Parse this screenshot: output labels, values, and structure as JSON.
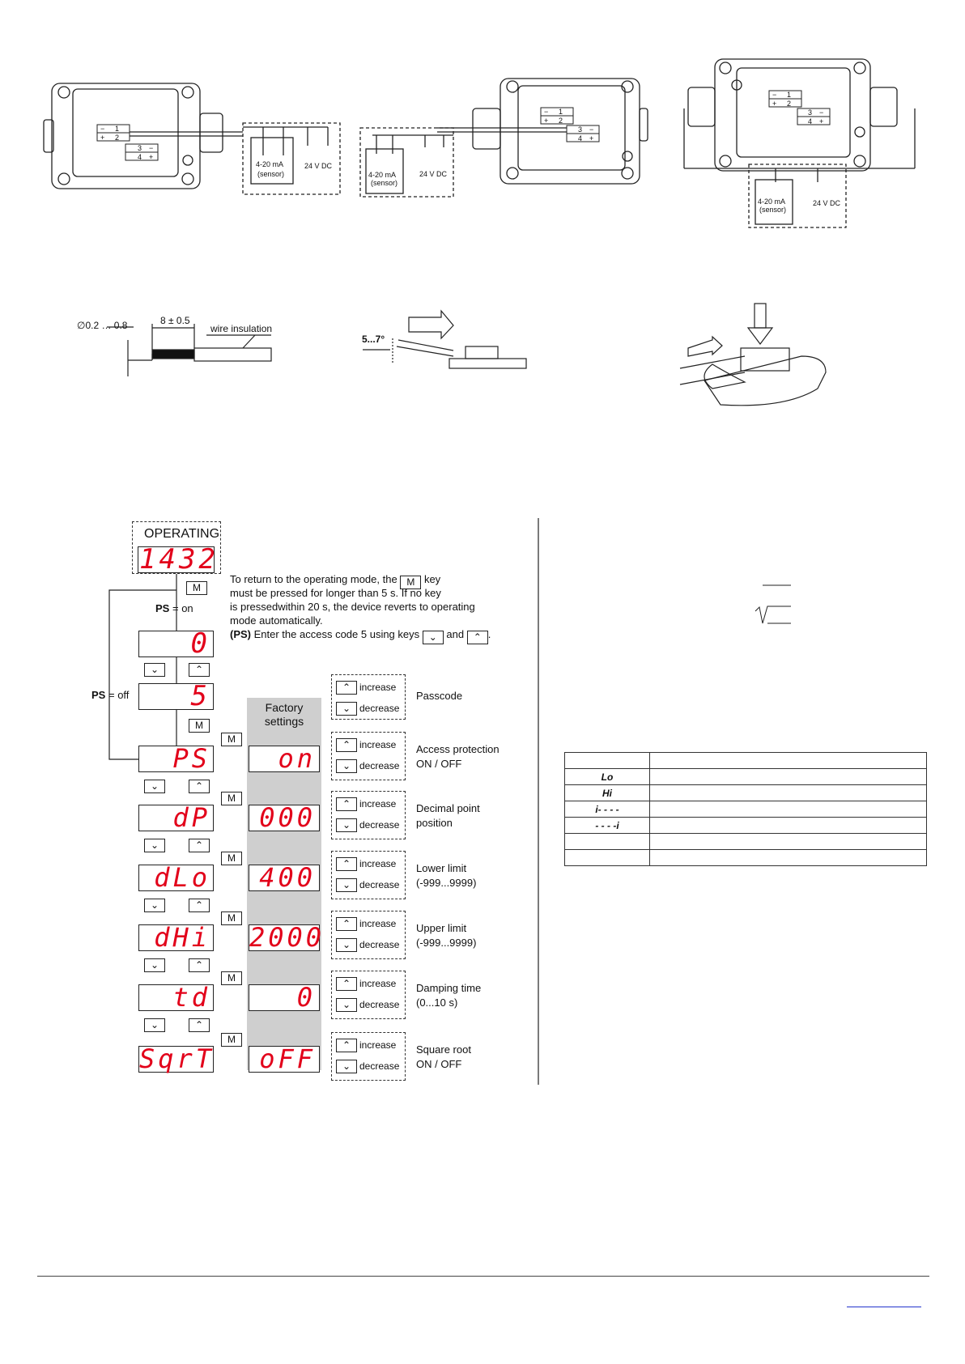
{
  "wiring": {
    "diagram1": {
      "terminals": [
        "1",
        "2",
        "3",
        "4"
      ],
      "signs": [
        "−",
        "+",
        "−",
        "+"
      ],
      "sensor_label": "4-20 mA",
      "sensor_sub": "(sensor)",
      "supply": "24 V DC"
    },
    "diagram2": {
      "terminals": [
        "1",
        "2",
        "3",
        "4"
      ],
      "signs": [
        "−",
        "+",
        "−",
        "+"
      ],
      "sensor_label": "4-20 mA",
      "sensor_sub": "(sensor)",
      "supply": "24 V DC"
    },
    "diagram3": {
      "terminals": [
        "1",
        "2",
        "3",
        "4"
      ],
      "signs": [
        "−",
        "+",
        "−",
        "+"
      ],
      "sensor_label": "4-20 mA",
      "sensor_sub": "(sensor)",
      "supply": "24  V DC"
    }
  },
  "wire_prep": {
    "diameter": "∅0.2 … 0.8",
    "strip_length": "8 ± 0.5",
    "insulation": "wire insulation",
    "angle": "5...7°"
  },
  "flow": {
    "operating_label": "OPERATING",
    "operating_value": "1432",
    "key_m": "M",
    "ps_on": "on",
    "ps_off": "off",
    "ps_label": "PS",
    "equals": "=",
    "note_lines": [
      "To return to the operating mode, the",
      "key",
      "must be pressed for longer than 5 s. If no key",
      "is pressedwithin 20 s, the device reverts to operating",
      "mode automatically."
    ],
    "note_ps_bold": "(PS)",
    "note_ps_text": "Enter the access code 5 using keys",
    "note_and": "and",
    "note_dot": ".",
    "code_zero": "0",
    "code_five": "5",
    "factory_header": "Factory settings",
    "increase": "increase",
    "decrease": "decrease",
    "passcode": "Passcode",
    "params": [
      {
        "code": "PS",
        "factory": "on",
        "desc1": "Access protection",
        "desc2": "ON / OFF"
      },
      {
        "code": "dP",
        "factory": "000",
        "desc1": "Decimal point",
        "desc2": "position"
      },
      {
        "code": "dLo",
        "factory": "400",
        "desc1": "Lower limit",
        "desc2": "(-999...9999)"
      },
      {
        "code": "dHi",
        "factory": "2000",
        "desc1": "Upper limit",
        "desc2": "(-999...9999)"
      },
      {
        "code": "td",
        "factory": "0",
        "desc1": "Damping time",
        "desc2": "(0...10 s)"
      },
      {
        "code": "SqrT",
        "factory": "oFF",
        "desc1": "Square root",
        "desc2": "ON / OFF"
      }
    ]
  },
  "right_table": {
    "rows": [
      "",
      "Lo",
      "Hi",
      "i- - - -",
      "- - - -i",
      "",
      ""
    ]
  }
}
